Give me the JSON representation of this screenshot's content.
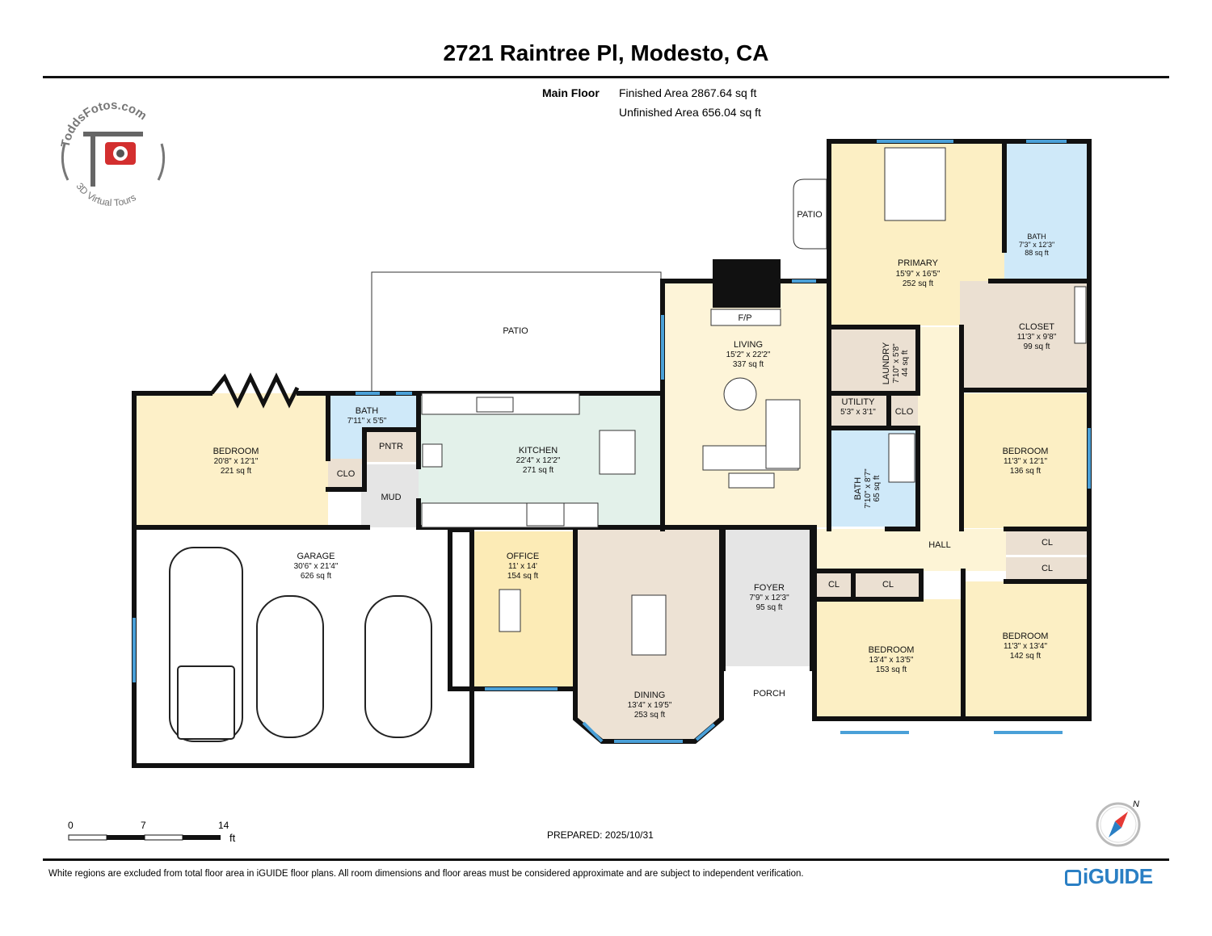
{
  "header": {
    "title": "2721 Raintree Pl, Modesto, CA",
    "floor_label": "Main Floor",
    "finished_area": "Finished Area 2867.64 sq ft",
    "unfinished_area": "Unfinished Area 656.04 sq ft"
  },
  "logo": {
    "top_text": "ToddsFotos.com",
    "bottom_text": "3D Virtual Tours"
  },
  "rooms": {
    "patio_main": {
      "name": "PATIO"
    },
    "patio_small": {
      "name": "PATIO"
    },
    "primary": {
      "name": "PRIMARY",
      "dim": "15'9\" x 16'5\"",
      "area": "252 sq ft"
    },
    "primary_bath": {
      "name": "BATH",
      "dim": "7'3\" x 12'3\"",
      "area": "88 sq ft"
    },
    "closet": {
      "name": "CLOSET",
      "dim": "11'3\" x 9'8\"",
      "area": "99 sq ft"
    },
    "laundry": {
      "name": "LAUNDRY",
      "dim": "7'10\" x 5'8\"",
      "area": "44 sq ft"
    },
    "utility": {
      "name": "UTILITY",
      "dim": "5'3\" x 3'1\""
    },
    "clo_utility": {
      "name": "CLO"
    },
    "living": {
      "name": "LIVING",
      "dim": "15'2\" x 22'2\"",
      "area": "337 sq ft"
    },
    "fp": {
      "name": "F/P"
    },
    "bath_hall": {
      "name": "BATH",
      "dim": "7'10\" x 8'7\"",
      "area": "65 sq ft"
    },
    "bedroom_east": {
      "name": "BEDROOM",
      "dim": "11'3\" x 12'1\"",
      "area": "136 sq ft"
    },
    "hall": {
      "name": "HALL"
    },
    "cl1": {
      "name": "CL"
    },
    "cl2": {
      "name": "CL"
    },
    "cl3": {
      "name": "CL"
    },
    "cl4": {
      "name": "CL"
    },
    "bedroom_west": {
      "name": "BEDROOM",
      "dim": "20'8\" x 12'1\"",
      "area": "221 sq ft"
    },
    "bath_west": {
      "name": "BATH",
      "dim": "7'11\" x 5'5\""
    },
    "clo_west": {
      "name": "CLO"
    },
    "pntr": {
      "name": "PNTR"
    },
    "mud": {
      "name": "MUD"
    },
    "kitchen": {
      "name": "KITCHEN",
      "dim": "22'4\" x 12'2\"",
      "area": "271 sq ft"
    },
    "garage": {
      "name": "GARAGE",
      "dim": "30'6\" x 21'4\"",
      "area": "626 sq ft"
    },
    "office": {
      "name": "OFFICE",
      "dim": "11' x 14'",
      "area": "154 sq ft"
    },
    "dining": {
      "name": "DINING",
      "dim": "13'4\" x 19'5\"",
      "area": "253 sq ft"
    },
    "foyer": {
      "name": "FOYER",
      "dim": "7'9\" x 12'3\"",
      "area": "95 sq ft"
    },
    "porch": {
      "name": "PORCH"
    },
    "bedroom_south": {
      "name": "BEDROOM",
      "dim": "13'4\" x 13'5\"",
      "area": "153 sq ft"
    },
    "bedroom_se": {
      "name": "BEDROOM",
      "dim": "11'3\" x 13'4\"",
      "area": "142 sq ft"
    }
  },
  "colors": {
    "bedroom": "#fcefc4",
    "bath": "#cfe9f9",
    "kitchen": "#e3f1ea",
    "dining": "#ede2d4",
    "closet": "#ebe0d2",
    "office": "#fcebb6",
    "hall": "#fdf4d6",
    "foyer": "#e5e5e5",
    "living": "#fdf4d8",
    "window": "#4aa0d8",
    "wall": "#111111",
    "brand": "#2a7fc4",
    "compass_needle": "#e53935"
  },
  "scale": {
    "labels": [
      "0",
      "7",
      "14"
    ],
    "unit": "ft"
  },
  "prepared": "PREPARED: 2025/10/31",
  "footer": {
    "disclaimer": "White regions are excluded from total floor area in iGUIDE floor plans. All room dimensions and floor areas must be considered approximate and are subject to independent verification.",
    "brand": "iGUIDE"
  },
  "compass": {
    "label": "N"
  }
}
